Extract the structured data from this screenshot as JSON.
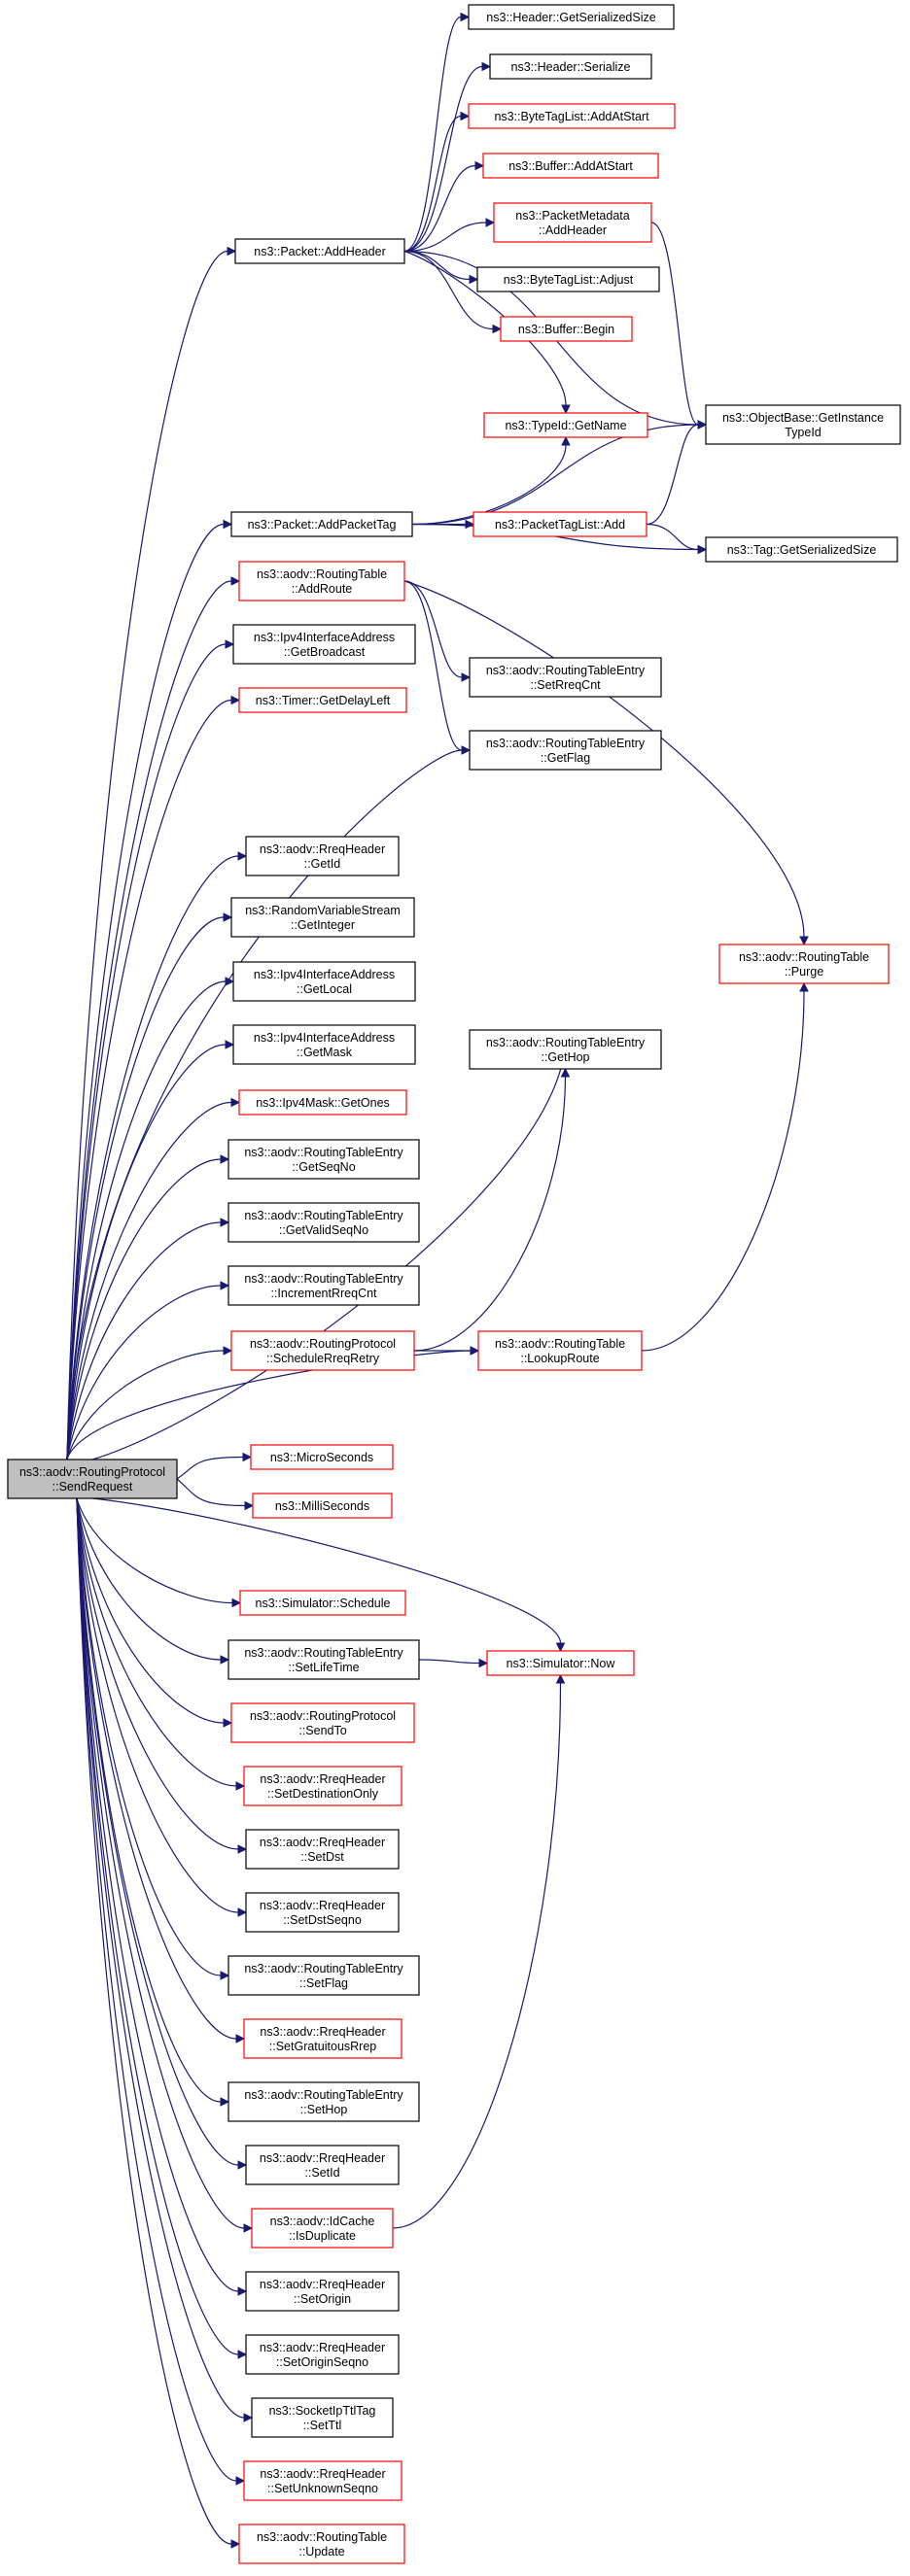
{
  "colors": {
    "edge": "#191970",
    "documented_border": "#000000",
    "undocumented_border": "#ff0000",
    "root_fill": "#bfbfbf",
    "node_fill": "#ffffff"
  },
  "nodes": {
    "root": {
      "lines": [
        "ns3::aodv::RoutingProtocol",
        "::SendRequest"
      ],
      "style": "root"
    },
    "header_getserializedsize": {
      "lines": [
        "ns3::Header::GetSerializedSize"
      ],
      "style": "black"
    },
    "header_serialize": {
      "lines": [
        "ns3::Header::Serialize"
      ],
      "style": "black"
    },
    "bytetaglist_addatstart": {
      "lines": [
        "ns3::ByteTagList::AddAtStart"
      ],
      "style": "red"
    },
    "buffer_addatstart": {
      "lines": [
        "ns3::Buffer::AddAtStart"
      ],
      "style": "red"
    },
    "packetmetadata_addheader": {
      "lines": [
        "ns3::PacketMetadata",
        "::AddHeader"
      ],
      "style": "red"
    },
    "bytetaglist_adjust": {
      "lines": [
        "ns3::ByteTagList::Adjust"
      ],
      "style": "black"
    },
    "buffer_begin": {
      "lines": [
        "ns3::Buffer::Begin"
      ],
      "style": "red"
    },
    "packet_addheader": {
      "lines": [
        "ns3::Packet::AddHeader"
      ],
      "style": "black"
    },
    "typeid_getname": {
      "lines": [
        "ns3::TypeId::GetName"
      ],
      "style": "red"
    },
    "objectbase_getinstancetypeid": {
      "lines": [
        "ns3::ObjectBase::GetInstance",
        "TypeId"
      ],
      "style": "black"
    },
    "packet_addpackettag": {
      "lines": [
        "ns3::Packet::AddPacketTag"
      ],
      "style": "black"
    },
    "packettaglist_add": {
      "lines": [
        "ns3::PacketTagList::Add"
      ],
      "style": "red"
    },
    "tag_getserializedsize": {
      "lines": [
        "ns3::Tag::GetSerializedSize"
      ],
      "style": "black"
    },
    "routingtable_addroute": {
      "lines": [
        "ns3::aodv::RoutingTable",
        "::AddRoute"
      ],
      "style": "red"
    },
    "ipv4interfaceaddress_getbroadcast": {
      "lines": [
        "ns3::Ipv4InterfaceAddress",
        "::GetBroadcast"
      ],
      "style": "black"
    },
    "rtentry_setrreqcnt": {
      "lines": [
        "ns3::aodv::RoutingTableEntry",
        "::SetRreqCnt"
      ],
      "style": "black"
    },
    "timer_getdelayleft": {
      "lines": [
        "ns3::Timer::GetDelayLeft"
      ],
      "style": "red"
    },
    "rtentry_getflag": {
      "lines": [
        "ns3::aodv::RoutingTableEntry",
        "::GetFlag"
      ],
      "style": "black"
    },
    "rreqheader_getid": {
      "lines": [
        "ns3::aodv::RreqHeader",
        "::GetId"
      ],
      "style": "black"
    },
    "randomvariablestream_getinteger": {
      "lines": [
        "ns3::RandomVariableStream",
        "::GetInteger"
      ],
      "style": "black"
    },
    "routingtable_purge": {
      "lines": [
        "ns3::aodv::RoutingTable",
        "::Purge"
      ],
      "style": "red"
    },
    "ipv4interfaceaddress_getlocal": {
      "lines": [
        "ns3::Ipv4InterfaceAddress",
        "::GetLocal"
      ],
      "style": "black"
    },
    "ipv4interfaceaddress_getmask": {
      "lines": [
        "ns3::Ipv4InterfaceAddress",
        "::GetMask"
      ],
      "style": "black"
    },
    "rtentry_gethop": {
      "lines": [
        "ns3::aodv::RoutingTableEntry",
        "::GetHop"
      ],
      "style": "black"
    },
    "ipv4mask_getones": {
      "lines": [
        "ns3::Ipv4Mask::GetOnes"
      ],
      "style": "red"
    },
    "rtentry_getseqno": {
      "lines": [
        "ns3::aodv::RoutingTableEntry",
        "::GetSeqNo"
      ],
      "style": "black"
    },
    "rtentry_getvalidseqno": {
      "lines": [
        "ns3::aodv::RoutingTableEntry",
        "::GetValidSeqNo"
      ],
      "style": "black"
    },
    "rtentry_incrementrreqcnt": {
      "lines": [
        "ns3::aodv::RoutingTableEntry",
        "::IncrementRreqCnt"
      ],
      "style": "black"
    },
    "routingprotocol_schedulerreqretry": {
      "lines": [
        "ns3::aodv::RoutingProtocol",
        "::ScheduleRreqRetry"
      ],
      "style": "red"
    },
    "routingtable_lookuproute": {
      "lines": [
        "ns3::aodv::RoutingTable",
        "::LookupRoute"
      ],
      "style": "red"
    },
    "microseconds": {
      "lines": [
        "ns3::MicroSeconds"
      ],
      "style": "red"
    },
    "milliseconds": {
      "lines": [
        "ns3::MilliSeconds"
      ],
      "style": "red"
    },
    "simulator_schedule": {
      "lines": [
        "ns3::Simulator::Schedule"
      ],
      "style": "red"
    },
    "rtentry_setlifetime": {
      "lines": [
        "ns3::aodv::RoutingTableEntry",
        "::SetLifeTime"
      ],
      "style": "black"
    },
    "simulator_now": {
      "lines": [
        "ns3::Simulator::Now"
      ],
      "style": "red"
    },
    "routingprotocol_sendto": {
      "lines": [
        "ns3::aodv::RoutingProtocol",
        "::SendTo"
      ],
      "style": "red"
    },
    "rreqheader_setdestinationonly": {
      "lines": [
        "ns3::aodv::RreqHeader",
        "::SetDestinationOnly"
      ],
      "style": "red"
    },
    "rreqheader_setdst": {
      "lines": [
        "ns3::aodv::RreqHeader",
        "::SetDst"
      ],
      "style": "black"
    },
    "rreqheader_setdstseqno": {
      "lines": [
        "ns3::aodv::RreqHeader",
        "::SetDstSeqno"
      ],
      "style": "black"
    },
    "rtentry_setflag": {
      "lines": [
        "ns3::aodv::RoutingTableEntry",
        "::SetFlag"
      ],
      "style": "black"
    },
    "rreqheader_setgratuitousrrep": {
      "lines": [
        "ns3::aodv::RreqHeader",
        "::SetGratuitousRrep"
      ],
      "style": "red"
    },
    "rtentry_sethop": {
      "lines": [
        "ns3::aodv::RoutingTableEntry",
        "::SetHop"
      ],
      "style": "black"
    },
    "rreqheader_setid": {
      "lines": [
        "ns3::aodv::RreqHeader",
        "::SetId"
      ],
      "style": "black"
    },
    "idcache_isduplicate": {
      "lines": [
        "ns3::aodv::IdCache",
        "::IsDuplicate"
      ],
      "style": "red"
    },
    "rreqheader_setorigin": {
      "lines": [
        "ns3::aodv::RreqHeader",
        "::SetOrigin"
      ],
      "style": "black"
    },
    "rreqheader_setoriginseqno": {
      "lines": [
        "ns3::aodv::RreqHeader",
        "::SetOriginSeqno"
      ],
      "style": "black"
    },
    "socketipttltag_setttl": {
      "lines": [
        "ns3::SocketIpTtlTag",
        "::SetTtl"
      ],
      "style": "black"
    },
    "rreqheader_setunknownseqno": {
      "lines": [
        "ns3::aodv::RreqHeader",
        "::SetUnknownSeqno"
      ],
      "style": "red"
    },
    "routingtable_update": {
      "lines": [
        "ns3::aodv::RoutingTable",
        "::Update"
      ],
      "style": "red"
    }
  },
  "edges": [
    [
      "packet_addheader",
      "header_getserializedsize"
    ],
    [
      "packet_addheader",
      "header_serialize"
    ],
    [
      "packet_addheader",
      "bytetaglist_addatstart"
    ],
    [
      "packet_addheader",
      "buffer_addatstart"
    ],
    [
      "packet_addheader",
      "packetmetadata_addheader"
    ],
    [
      "packet_addheader",
      "bytetaglist_adjust"
    ],
    [
      "packet_addheader",
      "buffer_begin"
    ],
    [
      "packet_addheader",
      "typeid_getname"
    ],
    [
      "packet_addheader",
      "objectbase_getinstancetypeid"
    ],
    [
      "packetmetadata_addheader",
      "objectbase_getinstancetypeid"
    ],
    [
      "packet_addpackettag",
      "typeid_getname"
    ],
    [
      "packet_addpackettag",
      "objectbase_getinstancetypeid"
    ],
    [
      "packet_addpackettag",
      "packettaglist_add"
    ],
    [
      "packet_addpackettag",
      "tag_getserializedsize"
    ],
    [
      "packettaglist_add",
      "objectbase_getinstancetypeid"
    ],
    [
      "packettaglist_add",
      "tag_getserializedsize"
    ],
    [
      "routingtable_addroute",
      "rtentry_setrreqcnt"
    ],
    [
      "routingtable_addroute",
      "rtentry_getflag"
    ],
    [
      "routingtable_addroute",
      "routingtable_purge"
    ],
    [
      "routingprotocol_schedulerreqretry",
      "rtentry_gethop"
    ],
    [
      "routingprotocol_schedulerreqretry",
      "routingtable_lookuproute"
    ],
    [
      "routingtable_lookuproute",
      "routingtable_purge"
    ],
    [
      "rtentry_setlifetime",
      "simulator_now"
    ],
    [
      "idcache_isduplicate",
      "simulator_now"
    ],
    [
      "root",
      "packet_addheader"
    ],
    [
      "root",
      "packet_addpackettag"
    ],
    [
      "root",
      "routingtable_addroute"
    ],
    [
      "root",
      "ipv4interfaceaddress_getbroadcast"
    ],
    [
      "root",
      "timer_getdelayleft"
    ],
    [
      "root",
      "rtentry_getflag"
    ],
    [
      "root",
      "rtentry_gethop"
    ],
    [
      "root",
      "rreqheader_getid"
    ],
    [
      "root",
      "randomvariablestream_getinteger"
    ],
    [
      "root",
      "ipv4interfaceaddress_getlocal"
    ],
    [
      "root",
      "ipv4interfaceaddress_getmask"
    ],
    [
      "root",
      "ipv4mask_getones"
    ],
    [
      "root",
      "rtentry_getseqno"
    ],
    [
      "root",
      "rtentry_getvalidseqno"
    ],
    [
      "root",
      "rtentry_incrementrreqcnt"
    ],
    [
      "root",
      "routingtable_lookuproute"
    ],
    [
      "root",
      "routingprotocol_schedulerreqretry"
    ],
    [
      "root",
      "microseconds"
    ],
    [
      "root",
      "milliseconds"
    ],
    [
      "root",
      "simulator_now"
    ],
    [
      "root",
      "simulator_schedule"
    ],
    [
      "root",
      "rtentry_setlifetime"
    ],
    [
      "root",
      "routingprotocol_sendto"
    ],
    [
      "root",
      "rreqheader_setdestinationonly"
    ],
    [
      "root",
      "rreqheader_setdst"
    ],
    [
      "root",
      "rreqheader_setdstseqno"
    ],
    [
      "root",
      "rtentry_setflag"
    ],
    [
      "root",
      "rreqheader_setgratuitousrrep"
    ],
    [
      "root",
      "rtentry_sethop"
    ],
    [
      "root",
      "rreqheader_setid"
    ],
    [
      "root",
      "idcache_isduplicate"
    ],
    [
      "root",
      "rreqheader_setorigin"
    ],
    [
      "root",
      "rreqheader_setoriginseqno"
    ],
    [
      "root",
      "socketipttltag_setttl"
    ],
    [
      "root",
      "rreqheader_setunknownseqno"
    ],
    [
      "root",
      "routingtable_update"
    ]
  ]
}
